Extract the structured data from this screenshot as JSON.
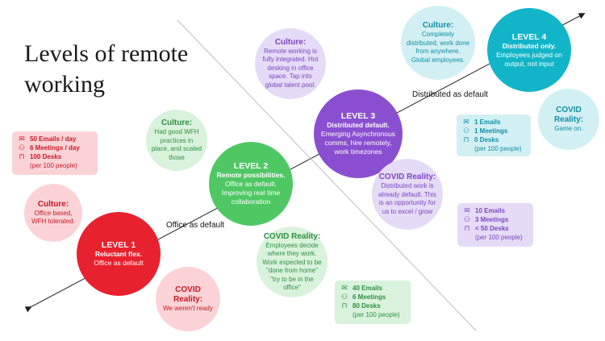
{
  "title": "Levels of remote working",
  "axis_labels": {
    "office": "Office as default",
    "distributed": "Distributed as default"
  },
  "colors": {
    "red": "#e8212e",
    "green": "#4fc864",
    "purple": "#8a4fd0",
    "teal": "#12b5c8"
  },
  "level1": {
    "title": "LEVEL 1",
    "subtitle": "Reluctant flex.",
    "body": "Office as default"
  },
  "level2": {
    "title": "LEVEL 2",
    "subtitle": "Remote possibilities.",
    "body": "Office as default. Improving real time collaboration"
  },
  "level3": {
    "title": "LEVEL 3",
    "subtitle": "Distributed default.",
    "body": "Emerging Asynchronous comms, hire remotely, work timezones"
  },
  "level4": {
    "title": "LEVEL 4",
    "subtitle": "Distributed only.",
    "body": "Employees judged on output, not input"
  },
  "culture1": {
    "head": "Culture:",
    "body": "Office based, WFH tolerated."
  },
  "culture2": {
    "head": "Culture:",
    "body": "Had good WFH practices in place, and scaled those"
  },
  "culture3": {
    "head": "Culture:",
    "body": "Remote working is fully integrated. Hot desking in office space. Tap into global talent pool."
  },
  "culture4": {
    "head": "Culture:",
    "body": "Completely distributed, work done from anywhere. Global employees."
  },
  "covid1": {
    "head": "COVID Reality:",
    "body": "We weren't ready"
  },
  "covid2": {
    "head": "COVID Reality:",
    "body": "Employees decide where they work. Work expected to be \"done from home\" \"try to be in the office\""
  },
  "covid3": {
    "head": "COVID Reality:",
    "body": "Distributed work is already default. This is an opportunity for us to excel / grow"
  },
  "covid4": {
    "head": "COVID Reality:",
    "body": "Game on."
  },
  "stats1": {
    "emails": "50 Emails / day",
    "meetings": "6 Meetings / day",
    "desks": "100 Desks",
    "note": "(per 100 people)"
  },
  "stats2": {
    "emails": "40 Emails",
    "meetings": "6 Meetings",
    "desks": "80 Desks",
    "note": "(per 100 people)"
  },
  "stats3": {
    "emails": "10 Emails",
    "meetings": "3 Meetings",
    "desks": "< 50 Desks",
    "note": "(per 100 people)"
  },
  "stats4": {
    "emails": "1 Emails",
    "meetings": "1 Meetings",
    "desks": "0 Desks",
    "note": "(per 100 people)"
  }
}
